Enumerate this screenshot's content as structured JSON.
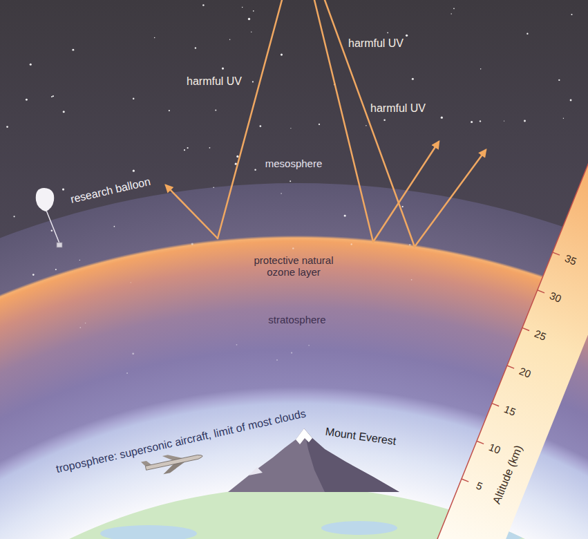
{
  "diagram": {
    "nodes": [
      {
        "text": [
          "mesosphere"
        ]
      },
      {
        "text": [
          "protective natural ozone layer"
        ]
      },
      {
        "text": [
          "stratosphere"
        ]
      },
      {
        "text": [
          "troposphere: supersonic aircraft, limit of most clouds"
        ]
      }
    ],
    "labels": [
      "harmful UV",
      "harmful UV",
      "harmful UV",
      "research balloon",
      "Mount Everest",
      "5",
      "10",
      "15",
      "20",
      "25",
      "30",
      "35",
      "Altitude (km)"
    ]
  }
}
